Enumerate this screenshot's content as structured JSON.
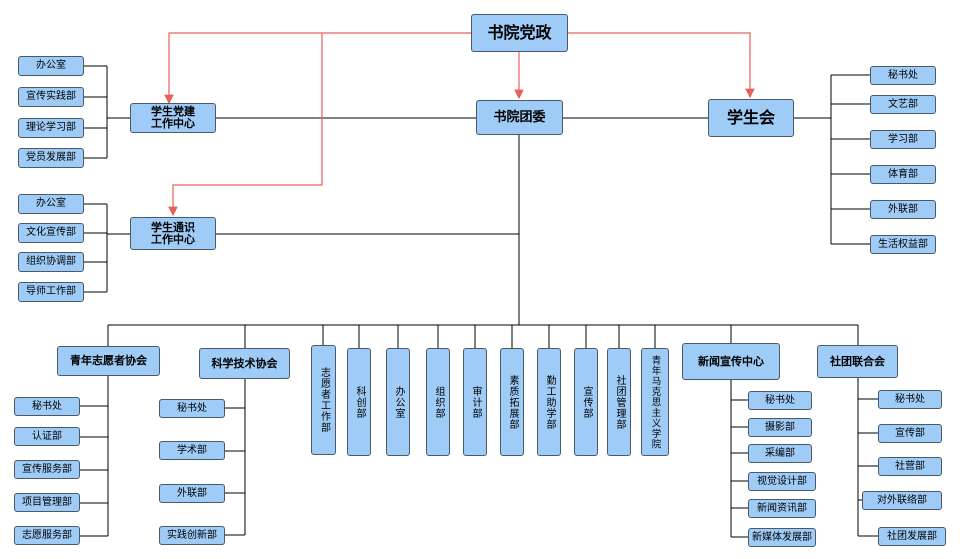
{
  "root": "书院党政",
  "center": "书院团委",
  "student_union": {
    "title": "学生会",
    "departments": [
      "秘书处",
      "文艺部",
      "学习部",
      "体育部",
      "外联部",
      "生活权益部"
    ]
  },
  "party_center": {
    "title": "学生党建\n工作中心",
    "departments": [
      "办公室",
      "宣传实践部",
      "理论学习部",
      "党员发展部"
    ]
  },
  "news_center_left": {
    "title": "学生通识\n工作中心",
    "departments": [
      "办公室",
      "文化宣传部",
      "组织协调部",
      "导师工作部"
    ]
  },
  "volunteer": {
    "title": "青年志愿者协会",
    "departments": [
      "秘书处",
      "认证部",
      "宣传服务部",
      "项目管理部",
      "志愿服务部"
    ]
  },
  "science": {
    "title": "科学技术协会",
    "departments": [
      "秘书处",
      "学术部",
      "外联部",
      "实践创新部"
    ]
  },
  "league_departments": [
    "志愿者工作部",
    "科创部",
    "办公室",
    "组织部",
    "审计部",
    "素质拓展部",
    "勤工助学部",
    "宣传部",
    "社团管理部",
    "青年马克思主义学院"
  ],
  "media_center": {
    "title": "新闻宣传中心",
    "departments": [
      "秘书处",
      "摄影部",
      "采编部",
      "视觉设计部",
      "新闻资讯部",
      "新媒体发展部"
    ]
  },
  "clubs": {
    "title": "社团联合会",
    "departments": [
      "秘书处",
      "宣传部",
      "社营部",
      "对外联络部",
      "社团发展部"
    ]
  },
  "colors": {
    "box_fill": "#9fcbf7",
    "box_border": "#4a5a6a",
    "line": "#000000",
    "arrow": "#e8605a"
  }
}
